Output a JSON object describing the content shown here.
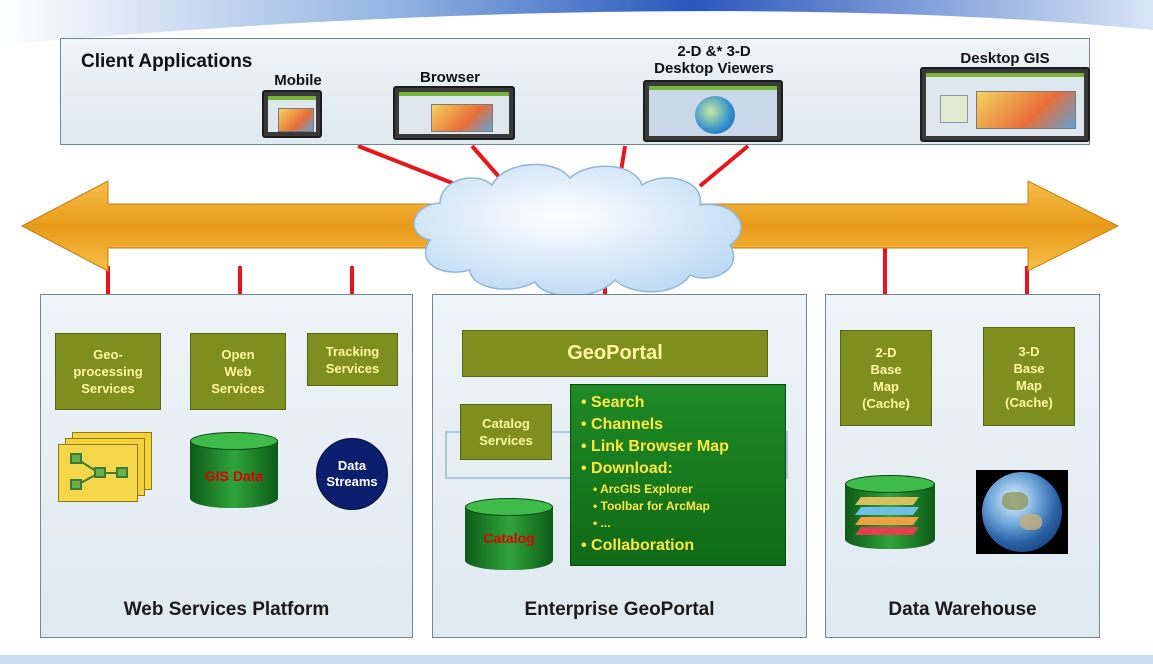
{
  "client_applications": {
    "title": "Client Applications",
    "apps": [
      {
        "label": "Mobile"
      },
      {
        "label": "Browser"
      },
      {
        "label_line1": "2-D &* 3-D",
        "label_line2": "Desktop Viewers"
      },
      {
        "label": "Desktop GIS"
      }
    ]
  },
  "web_services_platform": {
    "title": "Web Services Platform",
    "services": [
      {
        "line1": "Geo-",
        "line2": "processing",
        "line3": "Services"
      },
      {
        "line1": "Open",
        "line2": "Web",
        "line3": "Services"
      },
      {
        "line1": "Tracking",
        "line2": "Services"
      }
    ],
    "gis_data_label": "GIS Data",
    "data_streams": {
      "line1": "Data",
      "line2": "Streams"
    }
  },
  "enterprise_geoportal": {
    "title": "Enterprise GeoPortal",
    "geoportal_label": "GeoPortal",
    "catalog_services": {
      "line1": "Catalog",
      "line2": "Services"
    },
    "catalog_db_label": "Catalog",
    "features": [
      "• Search",
      "• Channels",
      "• Link Browser Map",
      "• Download:"
    ],
    "download_items": [
      "• ArcGIS Explorer",
      "• Toolbar for ArcMap",
      "• ..."
    ],
    "last_feature": "• Collaboration"
  },
  "data_warehouse": {
    "title": "Data Warehouse",
    "maps": [
      {
        "line1": "2-D",
        "line2": "Base",
        "line3": "Map",
        "line4": "(Cache)"
      },
      {
        "line1": "3-D",
        "line2": "Base",
        "line3": "Map",
        "line4": "(Cache)"
      }
    ]
  },
  "colors": {
    "connector": "#e8151b",
    "arrow": "#efab2b",
    "service_box": "#7f8f1f",
    "service_text": "#fff6a0",
    "feature_text": "#ffe640"
  }
}
